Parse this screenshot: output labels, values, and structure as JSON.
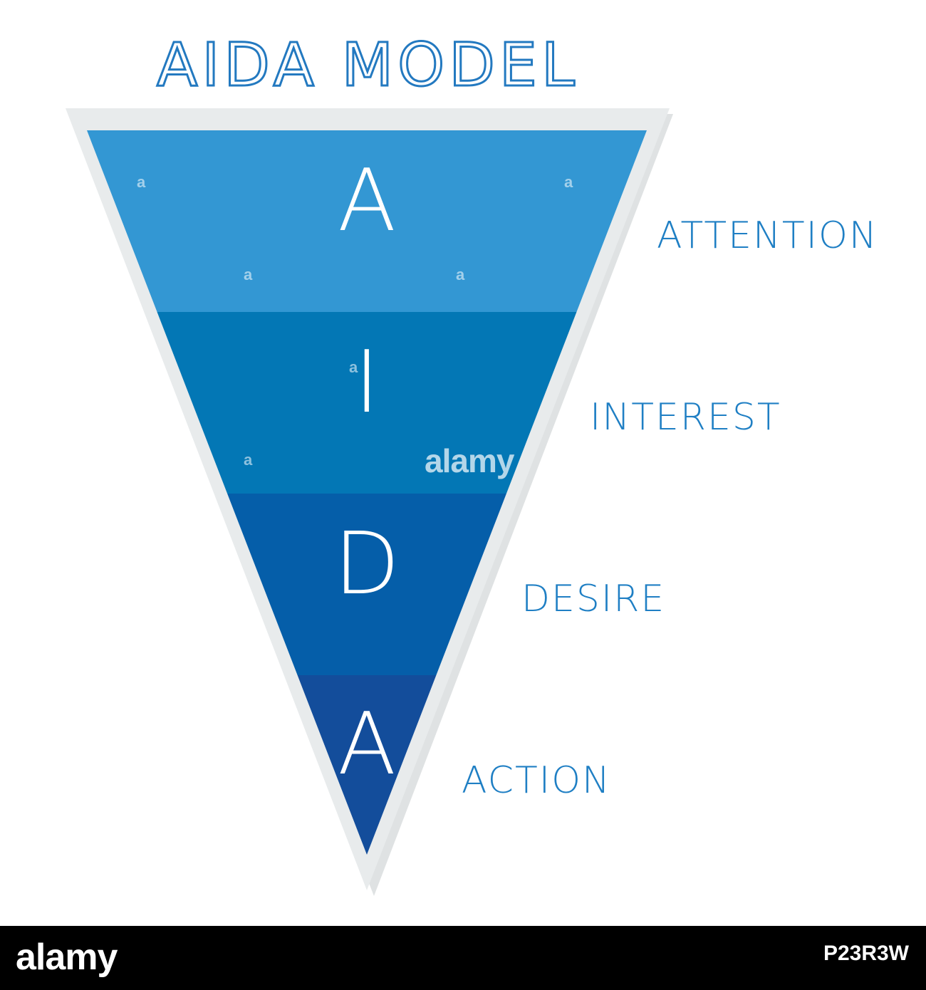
{
  "title": "AIDA MODEL",
  "colors": {
    "title": "#2379c0",
    "label": "#1f7fc4",
    "frame": "#e8ebec",
    "shadow": "#c9ced1",
    "letter": "#ffffff"
  },
  "stages": [
    {
      "letter": "A",
      "label": "ATTENTION",
      "color": "#3397d3"
    },
    {
      "letter": "I",
      "label": "INTEREST",
      "color": "#0377b5"
    },
    {
      "letter": "D",
      "label": "DESIRE",
      "color": "#055ea9"
    },
    {
      "letter": "A",
      "label": "ACTION",
      "color": "#134d9b"
    }
  ],
  "watermark": {
    "brand": "alamy",
    "mark": "a",
    "stock_id": "P23R3W"
  }
}
